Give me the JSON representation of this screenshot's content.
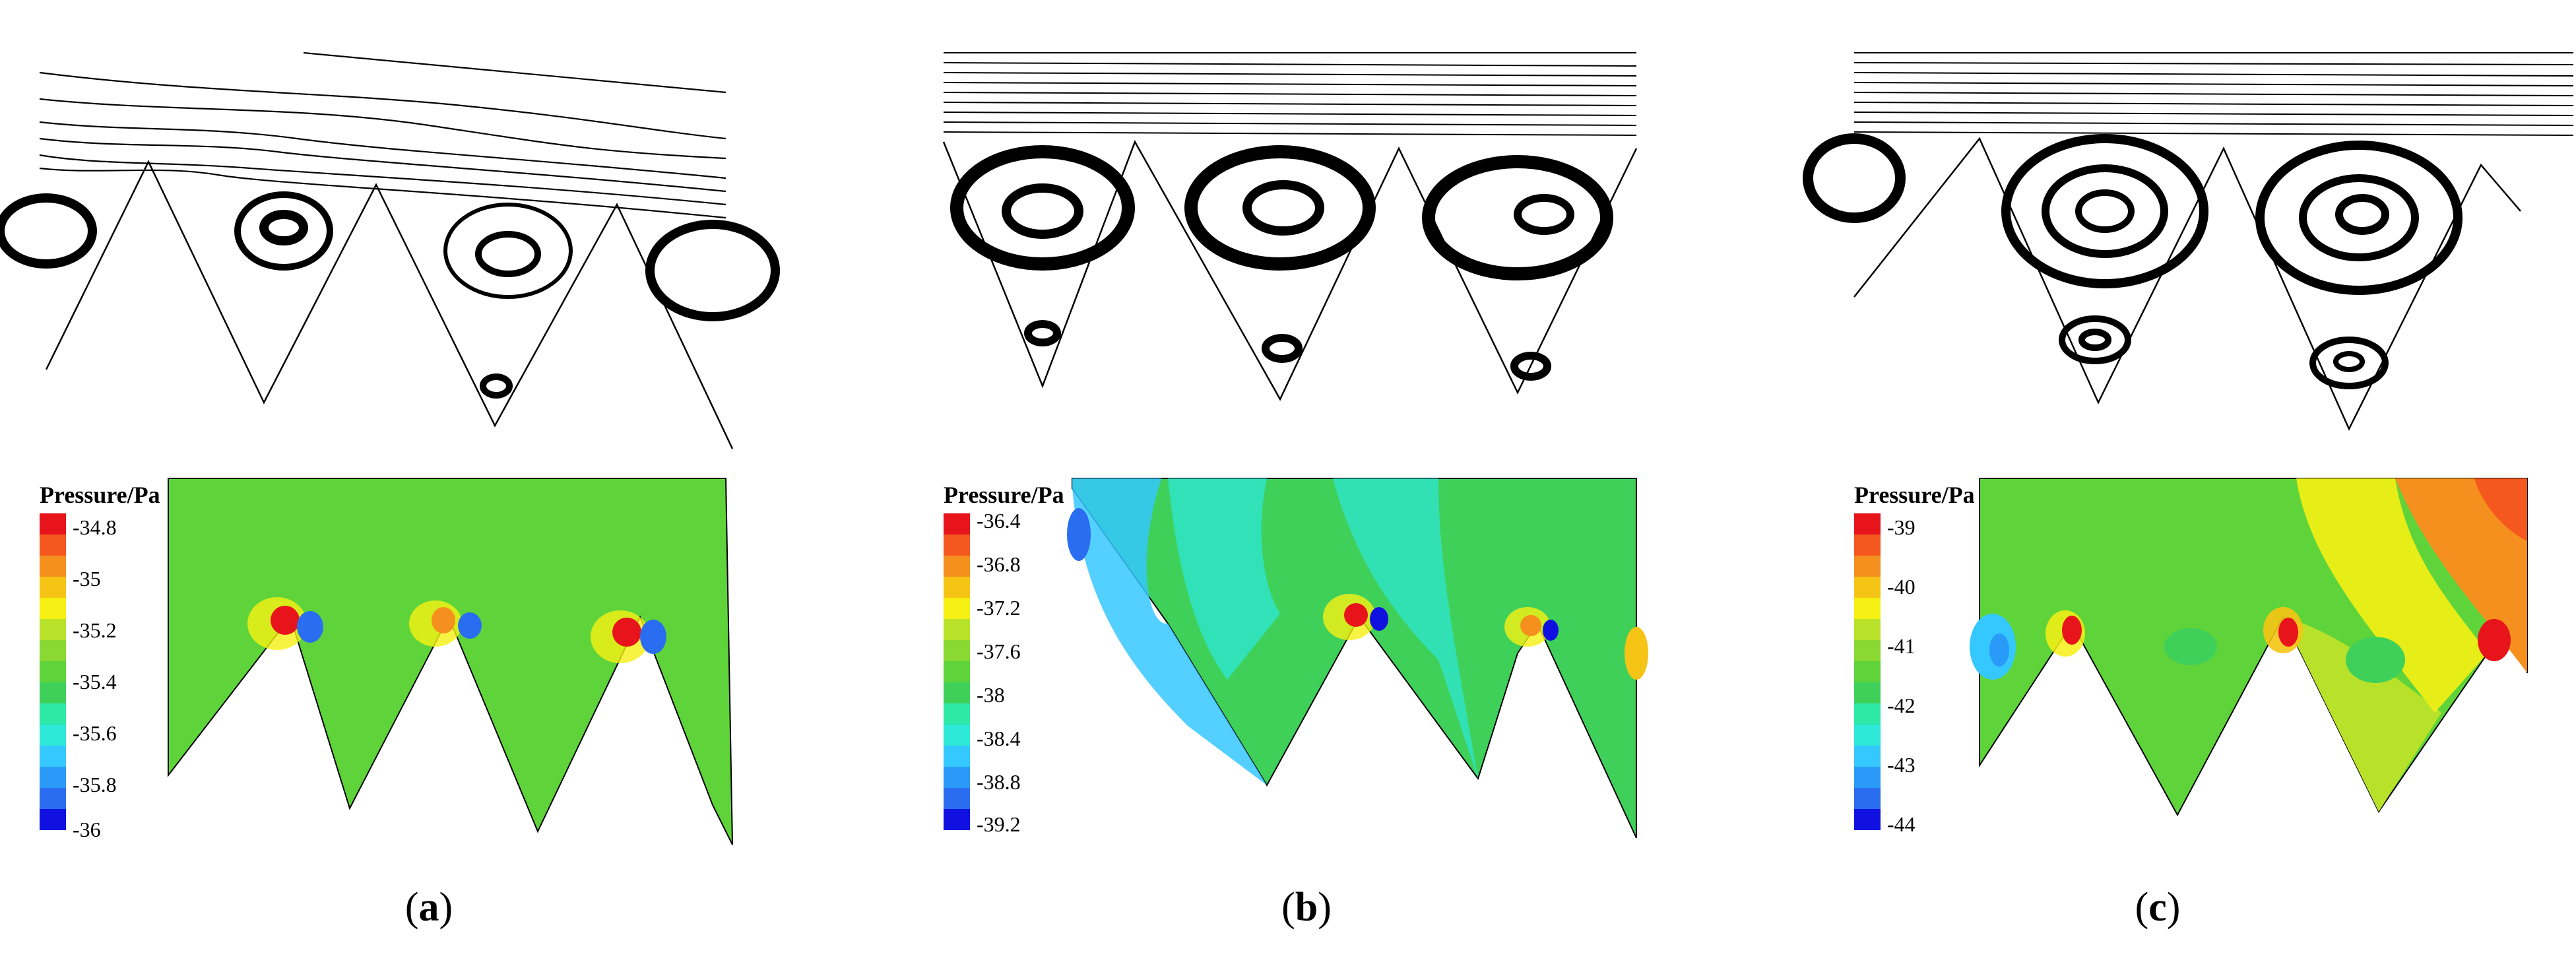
{
  "figure": {
    "panels": [
      {
        "id": "a",
        "caption_open": "(",
        "caption_letter": "a",
        "caption_close": ")",
        "colorbar_title": "Pressure/Pa",
        "colorbar_ticks": [
          "-34.8",
          "-35",
          "-35.2",
          "-35.4",
          "-35.6",
          "-35.8",
          "-36"
        ]
      },
      {
        "id": "b",
        "caption_open": "(",
        "caption_letter": "b",
        "caption_close": ")",
        "colorbar_title": "Pressure/Pa",
        "colorbar_ticks": [
          "-36.4",
          "-36.8",
          "-37.2",
          "-37.6",
          "-38",
          "-38.4",
          "-38.8",
          "-39.2"
        ]
      },
      {
        "id": "c",
        "caption_open": "(",
        "caption_letter": "c",
        "caption_close": ")",
        "colorbar_title": "Pressure/Pa",
        "colorbar_ticks": [
          "-39",
          "-40",
          "-41",
          "-42",
          "-43",
          "-44"
        ]
      }
    ],
    "colors": {
      "red": "#e8141c",
      "orange": "#f5901e",
      "yellow": "#f6f014",
      "yellow_green": "#b8e22a",
      "green": "#5fd43a",
      "green_mid": "#3fd05a",
      "cyan": "#2ee8d8",
      "light_blue": "#35c8ff",
      "blue": "#2a6df0",
      "dark_blue": "#1010e0"
    }
  }
}
